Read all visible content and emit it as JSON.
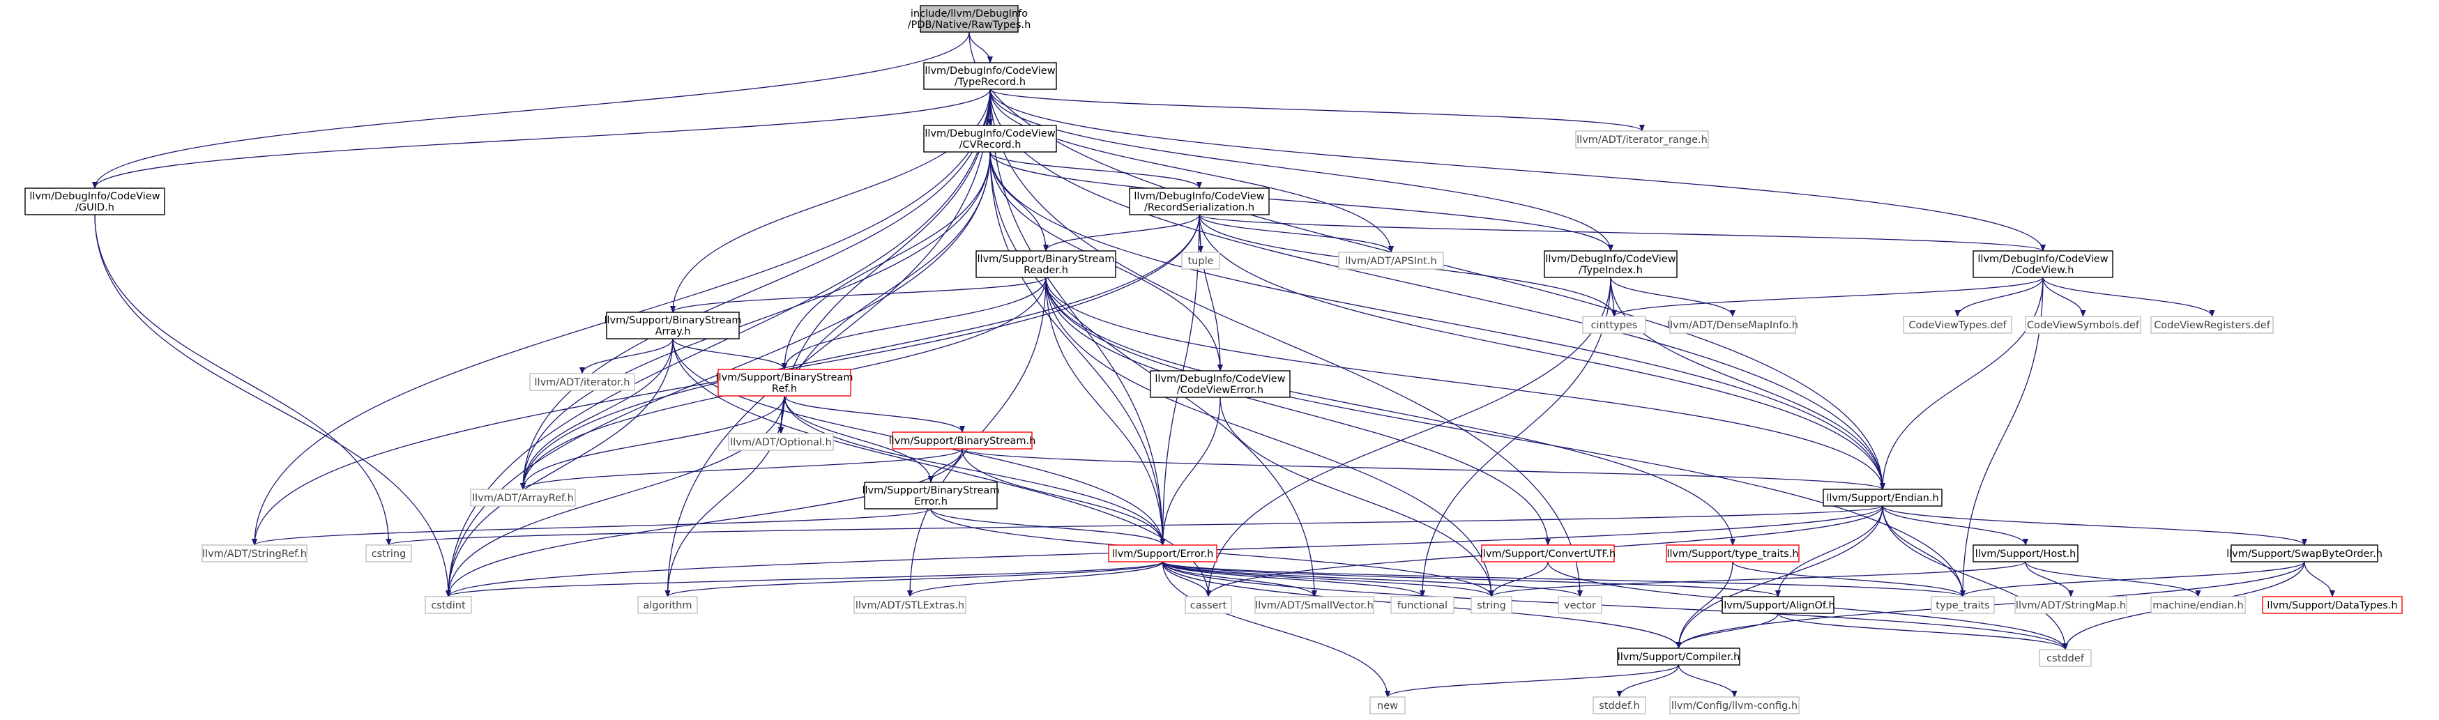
{
  "colors": {
    "edge": "#191970",
    "box_border": "#000000",
    "gray_border": "#bfbfbf",
    "red_border": "#ff0000",
    "root_fill": "#bfbfbf",
    "fill": "#ffffff",
    "text": "#000000",
    "gray_text": "#3f3f3f"
  },
  "nodes": [
    {
      "id": "root",
      "lines": [
        "include/llvm/DebugInfo",
        "/PDB/Native/RawTypes.h"
      ],
      "style": "root"
    },
    {
      "id": "typerecord",
      "lines": [
        "llvm/DebugInfo/CodeView",
        "/TypeRecord.h"
      ],
      "style": "black"
    },
    {
      "id": "guid",
      "lines": [
        "llvm/DebugInfo/CodeView",
        "/GUID.h"
      ],
      "style": "black"
    },
    {
      "id": "cvrecord",
      "lines": [
        "llvm/DebugInfo/CodeView",
        "/CVRecord.h"
      ],
      "style": "black"
    },
    {
      "id": "iterrange",
      "lines": [
        "llvm/ADT/iterator_range.h"
      ],
      "style": "gray"
    },
    {
      "id": "recser",
      "lines": [
        "llvm/DebugInfo/CodeView",
        "/RecordSerialization.h"
      ],
      "style": "black"
    },
    {
      "id": "bsreader",
      "lines": [
        "llvm/Support/BinaryStream",
        "Reader.h"
      ],
      "style": "black"
    },
    {
      "id": "tuple",
      "lines": [
        "tuple"
      ],
      "style": "gray"
    },
    {
      "id": "apsint",
      "lines": [
        "llvm/ADT/APSInt.h"
      ],
      "style": "gray"
    },
    {
      "id": "typeindex",
      "lines": [
        "llvm/DebugInfo/CodeView",
        "/TypeIndex.h"
      ],
      "style": "black"
    },
    {
      "id": "codeview",
      "lines": [
        "llvm/DebugInfo/CodeView",
        "/CodeView.h"
      ],
      "style": "black"
    },
    {
      "id": "cinttypes",
      "lines": [
        "cinttypes"
      ],
      "style": "gray"
    },
    {
      "id": "densemapinfo",
      "lines": [
        "llvm/ADT/DenseMapInfo.h"
      ],
      "style": "gray"
    },
    {
      "id": "cvtypesdef",
      "lines": [
        "CodeViewTypes.def"
      ],
      "style": "gray"
    },
    {
      "id": "cvsymbolsdef",
      "lines": [
        "CodeViewSymbols.def"
      ],
      "style": "gray"
    },
    {
      "id": "cvregistersdef",
      "lines": [
        "CodeViewRegisters.def"
      ],
      "style": "gray"
    },
    {
      "id": "bsarray",
      "lines": [
        "llvm/Support/BinaryStream",
        "Array.h"
      ],
      "style": "black"
    },
    {
      "id": "iterator",
      "lines": [
        "llvm/ADT/iterator.h"
      ],
      "style": "gray"
    },
    {
      "id": "bsref",
      "lines": [
        "llvm/Support/BinaryStream",
        "Ref.h"
      ],
      "style": "red"
    },
    {
      "id": "optional",
      "lines": [
        "llvm/ADT/Optional.h"
      ],
      "style": "gray"
    },
    {
      "id": "cverror",
      "lines": [
        "llvm/DebugInfo/CodeView",
        "/CodeViewError.h"
      ],
      "style": "black"
    },
    {
      "id": "binarystream",
      "lines": [
        "llvm/Support/BinaryStream.h"
      ],
      "style": "red"
    },
    {
      "id": "arrayref",
      "lines": [
        "llvm/ADT/ArrayRef.h"
      ],
      "style": "gray"
    },
    {
      "id": "bserror",
      "lines": [
        "llvm/Support/BinaryStream",
        "Error.h"
      ],
      "style": "black"
    },
    {
      "id": "endian",
      "lines": [
        "llvm/Support/Endian.h"
      ],
      "style": "black"
    },
    {
      "id": "stringref",
      "lines": [
        "llvm/ADT/StringRef.h"
      ],
      "style": "gray"
    },
    {
      "id": "cstring",
      "lines": [
        "cstring"
      ],
      "style": "gray"
    },
    {
      "id": "error",
      "lines": [
        "llvm/Support/Error.h"
      ],
      "style": "red"
    },
    {
      "id": "convertutf",
      "lines": [
        "llvm/Support/ConvertUTF.h"
      ],
      "style": "red"
    },
    {
      "id": "typetraitsh",
      "lines": [
        "llvm/Support/type_traits.h"
      ],
      "style": "red"
    },
    {
      "id": "host",
      "lines": [
        "llvm/Support/Host.h"
      ],
      "style": "black"
    },
    {
      "id": "swapbyteorder",
      "lines": [
        "llvm/Support/SwapByteOrder.h"
      ],
      "style": "black"
    },
    {
      "id": "cstdint",
      "lines": [
        "cstdint"
      ],
      "style": "gray"
    },
    {
      "id": "algorithm",
      "lines": [
        "algorithm"
      ],
      "style": "gray"
    },
    {
      "id": "stlextras",
      "lines": [
        "llvm/ADT/STLExtras.h"
      ],
      "style": "gray"
    },
    {
      "id": "cassert",
      "lines": [
        "cassert"
      ],
      "style": "gray"
    },
    {
      "id": "smallvector",
      "lines": [
        "llvm/ADT/SmallVector.h"
      ],
      "style": "gray"
    },
    {
      "id": "functional",
      "lines": [
        "functional"
      ],
      "style": "gray"
    },
    {
      "id": "string",
      "lines": [
        "string"
      ],
      "style": "gray"
    },
    {
      "id": "vector",
      "lines": [
        "vector"
      ],
      "style": "gray"
    },
    {
      "id": "alignof",
      "lines": [
        "llvm/Support/AlignOf.h"
      ],
      "style": "black"
    },
    {
      "id": "typetraits",
      "lines": [
        "type_traits"
      ],
      "style": "gray"
    },
    {
      "id": "stringmap",
      "lines": [
        "llvm/ADT/StringMap.h"
      ],
      "style": "gray"
    },
    {
      "id": "machineendian",
      "lines": [
        "machine/endian.h"
      ],
      "style": "gray"
    },
    {
      "id": "datatypes",
      "lines": [
        "llvm/Support/DataTypes.h"
      ],
      "style": "red"
    },
    {
      "id": "cstddef",
      "lines": [
        "cstddef"
      ],
      "style": "gray"
    },
    {
      "id": "compiler",
      "lines": [
        "llvm/Support/Compiler.h"
      ],
      "style": "black"
    },
    {
      "id": "new",
      "lines": [
        "new"
      ],
      "style": "gray"
    },
    {
      "id": "stddefh",
      "lines": [
        "stddef.h"
      ],
      "style": "gray"
    },
    {
      "id": "llvmconfig",
      "lines": [
        "llvm/Config/llvm-config.h"
      ],
      "style": "gray"
    }
  ],
  "edges": [
    [
      "root",
      "typerecord"
    ],
    [
      "root",
      "guid"
    ],
    [
      "root",
      "endian"
    ],
    [
      "typerecord",
      "cvrecord"
    ],
    [
      "typerecord",
      "guid"
    ],
    [
      "typerecord",
      "iterrange"
    ],
    [
      "typerecord",
      "apsint"
    ],
    [
      "typerecord",
      "typeindex"
    ],
    [
      "typerecord",
      "codeview"
    ],
    [
      "typerecord",
      "bsarray"
    ],
    [
      "typerecord",
      "optional"
    ],
    [
      "typerecord",
      "arrayref"
    ],
    [
      "typerecord",
      "stringref"
    ],
    [
      "typerecord",
      "endian"
    ],
    [
      "typerecord",
      "error"
    ],
    [
      "typerecord",
      "cstdint"
    ],
    [
      "typerecord",
      "algorithm"
    ],
    [
      "typerecord",
      "vector"
    ],
    [
      "guid",
      "cstdint"
    ],
    [
      "guid",
      "cstring"
    ],
    [
      "cvrecord",
      "recser"
    ],
    [
      "cvrecord",
      "bsreader"
    ],
    [
      "cvrecord",
      "bsref"
    ],
    [
      "cvrecord",
      "cverror"
    ],
    [
      "cvrecord",
      "optional"
    ],
    [
      "cvrecord",
      "typeindex"
    ],
    [
      "cvrecord",
      "arrayref"
    ],
    [
      "cvrecord",
      "endian"
    ],
    [
      "cvrecord",
      "error"
    ],
    [
      "cvrecord",
      "cstdint"
    ],
    [
      "cvrecord",
      "smallvector"
    ],
    [
      "recser",
      "bsreader"
    ],
    [
      "recser",
      "tuple"
    ],
    [
      "recser",
      "apsint"
    ],
    [
      "recser",
      "codeview"
    ],
    [
      "recser",
      "cverror"
    ],
    [
      "recser",
      "arrayref"
    ],
    [
      "recser",
      "stringref"
    ],
    [
      "recser",
      "endian"
    ],
    [
      "recser",
      "error"
    ],
    [
      "recser",
      "cinttypes"
    ],
    [
      "bsreader",
      "bsarray"
    ],
    [
      "bsreader",
      "bsref"
    ],
    [
      "bsreader",
      "arrayref"
    ],
    [
      "bsreader",
      "convertutf"
    ],
    [
      "bsreader",
      "endian"
    ],
    [
      "bsreader",
      "error"
    ],
    [
      "bsreader",
      "typetraitsh"
    ],
    [
      "bsreader",
      "string"
    ],
    [
      "bsreader",
      "typetraits"
    ],
    [
      "bsreader",
      "stlextras"
    ],
    [
      "typeindex",
      "cinttypes"
    ],
    [
      "typeindex",
      "densemapinfo"
    ],
    [
      "typeindex",
      "endian"
    ],
    [
      "typeindex",
      "cassert"
    ],
    [
      "typeindex",
      "functional"
    ],
    [
      "codeview",
      "cinttypes"
    ],
    [
      "codeview",
      "cvtypesdef"
    ],
    [
      "codeview",
      "cvsymbolsdef"
    ],
    [
      "codeview",
      "cvregistersdef"
    ],
    [
      "codeview",
      "endian"
    ],
    [
      "codeview",
      "typetraits"
    ],
    [
      "bsarray",
      "iterator"
    ],
    [
      "bsarray",
      "bsref"
    ],
    [
      "bsarray",
      "arrayref"
    ],
    [
      "bsarray",
      "error"
    ],
    [
      "bsarray",
      "cassert"
    ],
    [
      "bsarray",
      "cstdint"
    ],
    [
      "bsref",
      "optional"
    ],
    [
      "bsref",
      "binarystream"
    ],
    [
      "bsref",
      "bserror"
    ],
    [
      "bsref",
      "arrayref"
    ],
    [
      "bsref",
      "error"
    ],
    [
      "bsref",
      "algorithm"
    ],
    [
      "bsref",
      "cstdint"
    ],
    [
      "bsref",
      "memory_fallback_none"
    ],
    [
      "cverror",
      "error"
    ],
    [
      "cverror",
      "string"
    ],
    [
      "binarystream",
      "bserror"
    ],
    [
      "binarystream",
      "arrayref"
    ],
    [
      "binarystream",
      "endian"
    ],
    [
      "binarystream",
      "error"
    ],
    [
      "binarystream",
      "cstdint"
    ],
    [
      "bserror",
      "error"
    ],
    [
      "bserror",
      "stringref"
    ],
    [
      "bserror",
      "string"
    ],
    [
      "endian",
      "alignof"
    ],
    [
      "endian",
      "compiler"
    ],
    [
      "endian",
      "host"
    ],
    [
      "endian",
      "swapbyteorder"
    ],
    [
      "endian",
      "cstddef"
    ],
    [
      "endian",
      "cstdint"
    ],
    [
      "endian",
      "typetraits"
    ],
    [
      "endian",
      "cassert"
    ],
    [
      "endian",
      "cstring"
    ],
    [
      "error",
      "stlextras"
    ],
    [
      "error",
      "smallvector"
    ],
    [
      "error",
      "alignof"
    ],
    [
      "error",
      "compiler"
    ],
    [
      "error",
      "cassert"
    ],
    [
      "error",
      "cstdint"
    ],
    [
      "error",
      "functional"
    ],
    [
      "error",
      "algorithm"
    ],
    [
      "error",
      "new"
    ],
    [
      "error",
      "string"
    ],
    [
      "error",
      "typetraits"
    ],
    [
      "error",
      "vector"
    ],
    [
      "error",
      "cstddef"
    ],
    [
      "convertutf",
      "string"
    ],
    [
      "convertutf",
      "cstddef"
    ],
    [
      "typetraitsh",
      "compiler"
    ],
    [
      "typetraitsh",
      "typetraits"
    ],
    [
      "host",
      "stringmap"
    ],
    [
      "host",
      "machineendian"
    ],
    [
      "host",
      "string"
    ],
    [
      "swapbyteorder",
      "compiler"
    ],
    [
      "swapbyteorder",
      "datatypes"
    ],
    [
      "swapbyteorder",
      "cstddef"
    ],
    [
      "swapbyteorder",
      "typetraits"
    ],
    [
      "alignof",
      "compiler"
    ],
    [
      "alignof",
      "cstddef"
    ],
    [
      "compiler",
      "new"
    ],
    [
      "compiler",
      "stddefh"
    ],
    [
      "compiler",
      "llvmconfig"
    ]
  ]
}
